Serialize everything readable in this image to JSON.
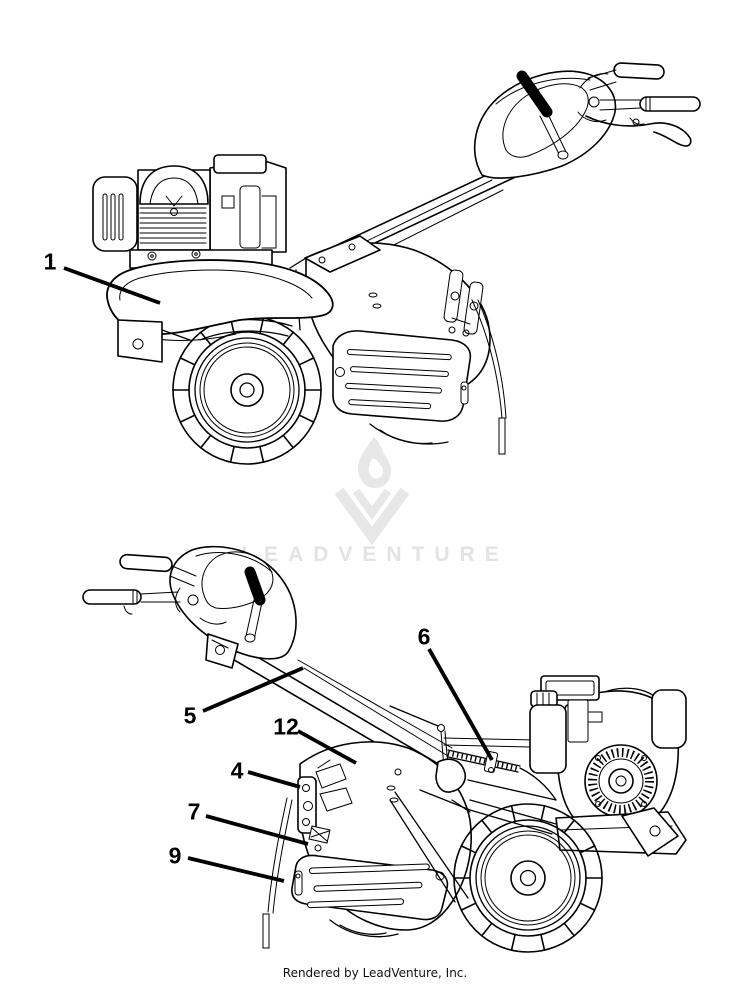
{
  "page": {
    "background": "#ffffff",
    "line_color": "#000000"
  },
  "watermark": {
    "logo_icon": "leadventure-flame-v-logo",
    "text": "LEADVENTURE",
    "color": "#e3e3e3"
  },
  "footer": {
    "credit": "Rendered by LeadVenture, Inc."
  },
  "diagram": {
    "subject": "Rear-tine tiller parts diagram, two side views with numbered callouts",
    "views": [
      {
        "name": "upper view",
        "callouts": [
          {
            "label": "1"
          }
        ]
      },
      {
        "name": "lower view",
        "callouts": [
          {
            "label": "5"
          },
          {
            "label": "12"
          },
          {
            "label": "4"
          },
          {
            "label": "7"
          },
          {
            "label": "9"
          },
          {
            "label": "6"
          }
        ]
      }
    ]
  }
}
